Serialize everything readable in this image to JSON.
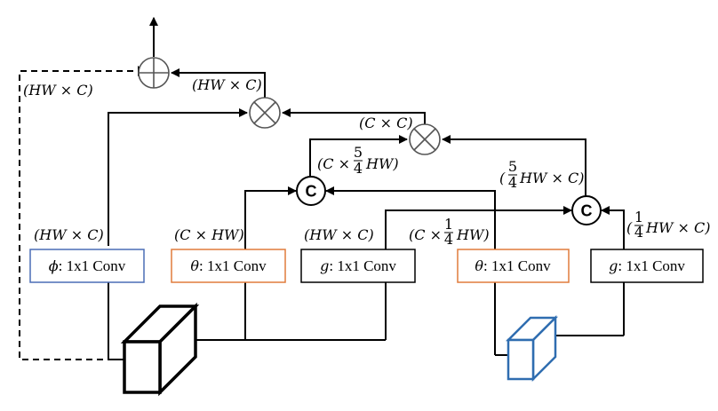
{
  "colors": {
    "phi_box": "#4a6db5",
    "theta_box": "#e07b3c",
    "g_box": "#000000",
    "small_cube": "#2f6db0",
    "big_cube": "#000000"
  },
  "boxes": {
    "phi": {
      "symbol": "ϕ",
      "label": ": 1x1 Conv"
    },
    "theta_a": {
      "symbol": "θ",
      "label": ": 1x1 Conv"
    },
    "g_a": {
      "symbol": "g",
      "label": ": 1x1 Conv"
    },
    "theta_b": {
      "symbol": "θ",
      "label": ": 1x1 Conv"
    },
    "g_b": {
      "symbol": "g",
      "label": ": 1x1 Conv"
    }
  },
  "operators": {
    "add": "add-icon",
    "multiply_top": "multiply-icon",
    "multiply_mid": "multiply-icon",
    "concat_left": "C",
    "concat_right": "C"
  },
  "labels": {
    "hw_c": "HW",
    "times": "×",
    "c": "C",
    "hw": "HW",
    "five": "5",
    "four": "4",
    "one": "1"
  }
}
